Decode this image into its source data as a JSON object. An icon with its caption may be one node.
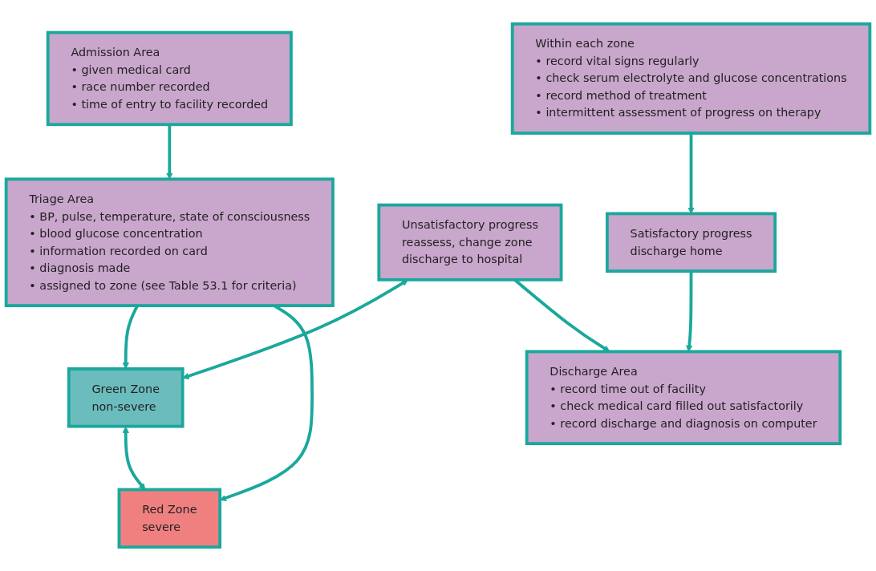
{
  "diagram": {
    "nodes": [
      {
        "text": [
          "Admission Area",
          "• given medical card",
          "• race number recorded",
          "• time of entry to facility recorded"
        ]
      },
      {
        "text": [
          "Triage Area",
          "• BP, pulse, temperature, state of consciousness",
          "• blood glucose concentration",
          "• information recorded on card",
          "• diagnosis made",
          "• assigned to zone (see Table 53.1 for criteria)"
        ]
      },
      {
        "text": [
          "Unsatisfactory progress",
          "reassess, change zone",
          "discharge to hospital"
        ]
      },
      {
        "text": [
          "Green Zone",
          "non-severe"
        ]
      },
      {
        "text": [
          "Red Zone",
          "severe"
        ]
      },
      {
        "text": [
          "Within each zone",
          "• record vital signs regularly",
          "• check serum electrolyte and glucose concentrations",
          "• record method of treatment",
          "• intermittent assessment of progress on therapy"
        ]
      },
      {
        "text": [
          "Discharge Area",
          "• record time out of facility",
          "• check medical card filled out satisfactorily",
          "• record discharge and diagnosis on computer"
        ]
      },
      {
        "text": [
          "Satisfactory progress",
          "discharge home"
        ]
      }
    ],
    "edges": [
      {
        "from": 0,
        "to": 1,
        "arrow": "to"
      },
      {
        "from": 1,
        "to": 3,
        "arrow": "to"
      },
      {
        "from": 1,
        "to": 4,
        "arrow": "to"
      },
      {
        "from": 2,
        "to": 3,
        "arrow": "both"
      },
      {
        "from": 3,
        "to": 4,
        "arrow": "both"
      },
      {
        "from": 2,
        "to": 6,
        "arrow": "to"
      },
      {
        "from": 5,
        "to": 7,
        "arrow": "to"
      },
      {
        "from": 7,
        "to": 6,
        "arrow": "to"
      }
    ]
  }
}
